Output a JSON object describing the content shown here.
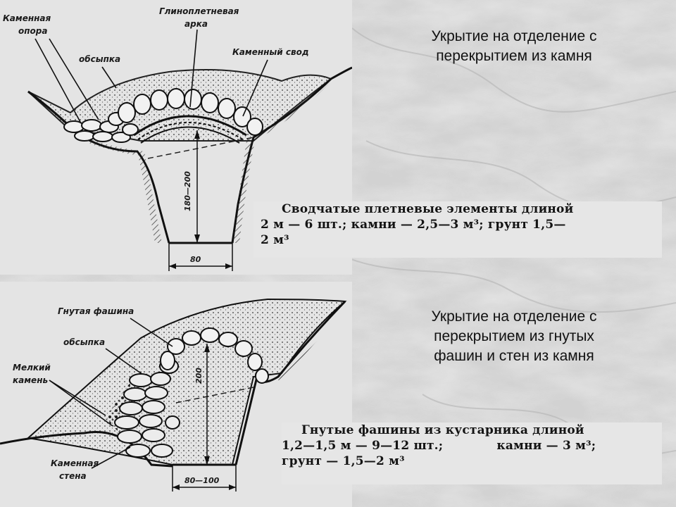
{
  "slide": {
    "caption_top": [
      "Укрытие на отделение с",
      "перекрытием из камня"
    ],
    "caption_bottom": [
      "Укрытие на отделение с",
      "перекрытием из гнутых",
      "фашин и стен из камня"
    ]
  },
  "diagram_top": {
    "labels": {
      "stone_support": [
        "Каменная",
        "опора"
      ],
      "wattle_arch": [
        "Глиноплетневая",
        "арка"
      ],
      "backfill": "обсыпка",
      "stone_vault": "Каменный свод"
    },
    "dim_height": "180—200",
    "dim_width": "80",
    "spec_lines": [
      "Сводчатые плетневые элементы длиной",
      "2 м — 6 шт.; камни — 2,5—3 м³; грунт 1,5—",
      "2 м³"
    ]
  },
  "diagram_bottom": {
    "labels": {
      "bent_fascine": "Гнутая фашина",
      "backfill": "обсыпка",
      "small_stone": [
        "Мелкий",
        "камень"
      ],
      "stone_wall": [
        "Каменная",
        "стена"
      ]
    },
    "dim_height": "200",
    "dim_width": "80—100",
    "spec_lines": [
      "Гнутые фашины из кустарника длиной",
      "1,2—1,5 м — 9—12 шт.;",
      "камни — 3 м³;",
      "грунт — 1,5—2 м³"
    ]
  },
  "colors": {
    "ink": "#1a1a1a",
    "paper": "#e4e4e4",
    "marble": "#c9c9c9"
  }
}
